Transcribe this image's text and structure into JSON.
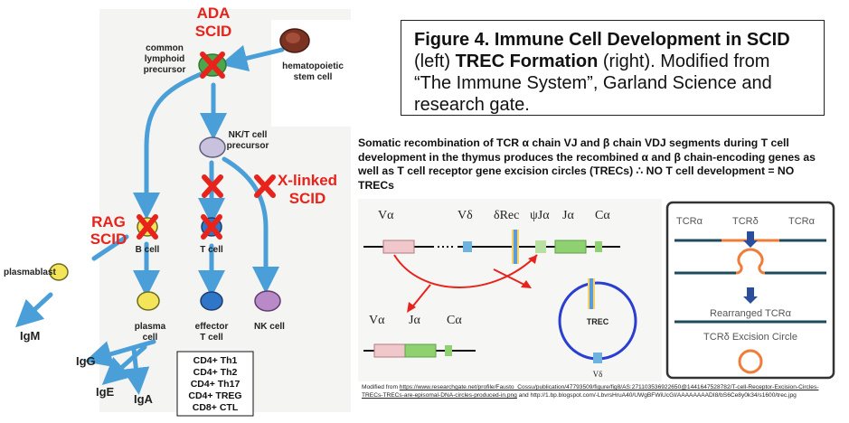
{
  "left": {
    "ada_scid": [
      "ADA",
      "SCID"
    ],
    "common_lymphoid_precursor": [
      "common",
      "lymphoid",
      "precursor"
    ],
    "hematopoietic_stem_cell": [
      "hematopoietic",
      "stem cell"
    ],
    "nk_t_precursor": [
      "NK/T cell",
      "precursor"
    ],
    "x_linked_scid": [
      "X-linked",
      "SCID"
    ],
    "rag_scid": [
      "RAG",
      "SCID"
    ],
    "b_cell": "B cell",
    "t_cell": "T cell",
    "plasmablast": "plasmablast",
    "plasma_cell": [
      "plasma",
      "cell"
    ],
    "effector_t_cell": [
      "effector",
      "T cell"
    ],
    "nk_cell": "NK cell",
    "igm": "IgM",
    "igg": "IgG",
    "ige": "IgE",
    "iga": "IgA",
    "t_subsets": [
      "CD4+ Th1",
      "CD4+ Th2",
      "CD4+ Th17",
      "CD4+ TREG",
      "CD8+ CTL"
    ]
  },
  "caption": {
    "bold1": "Figure 4. Immune Cell Development in SCID",
    "text1": " (left) ",
    "bold2": "TREC Formation",
    "text2": " (right). Modified from “The Immune System”, Garland Science and research gate."
  },
  "paragraph": "Somatic recombination of TCR α chain VJ and β chain VDJ segments during T cell development in the thymus produces the recombined α and β chain-encoding genes as well as T cell receptor gene excision circles (TRECs) ∴ NO T cell development = NO TRECs",
  "trec_diagram": {
    "top_labels": [
      "Vα",
      "Vδ",
      "δRec",
      "ψJα",
      "Jα",
      "Cα"
    ],
    "bottom_labels": [
      "Vα",
      "Jα",
      "Cα"
    ],
    "trec_label": "TREC",
    "vdelta_label": "Vδ"
  },
  "right_panel": {
    "labels": [
      "TCRα",
      "TCRδ",
      "TCRα"
    ],
    "rearranged": "Rearranged TCRα",
    "excision": "TCRδ Excision Circle"
  },
  "footer": {
    "prefix": "Modified from ",
    "link": "https://www.researchgate.net/profile/Fausto_Cossu/publication/47793509/figure/fig8/AS:271103536922650@1441647528782/T-cell-Receptor-Excision-Circles-TRECs-TRECs-are-episomal-DNA-circles-produced-in.png",
    "suffix": " and http://1.bp.blogspot.com/-LbvrsHruA40/UWgBFWiUcGI/AAAAAAAADI8/bS6Ce8y0k34/s1600/trec.jpg"
  },
  "colors": {
    "arrow": "#4a9fd8",
    "cross": "#e8231b",
    "scid_text": "#e8231b"
  }
}
